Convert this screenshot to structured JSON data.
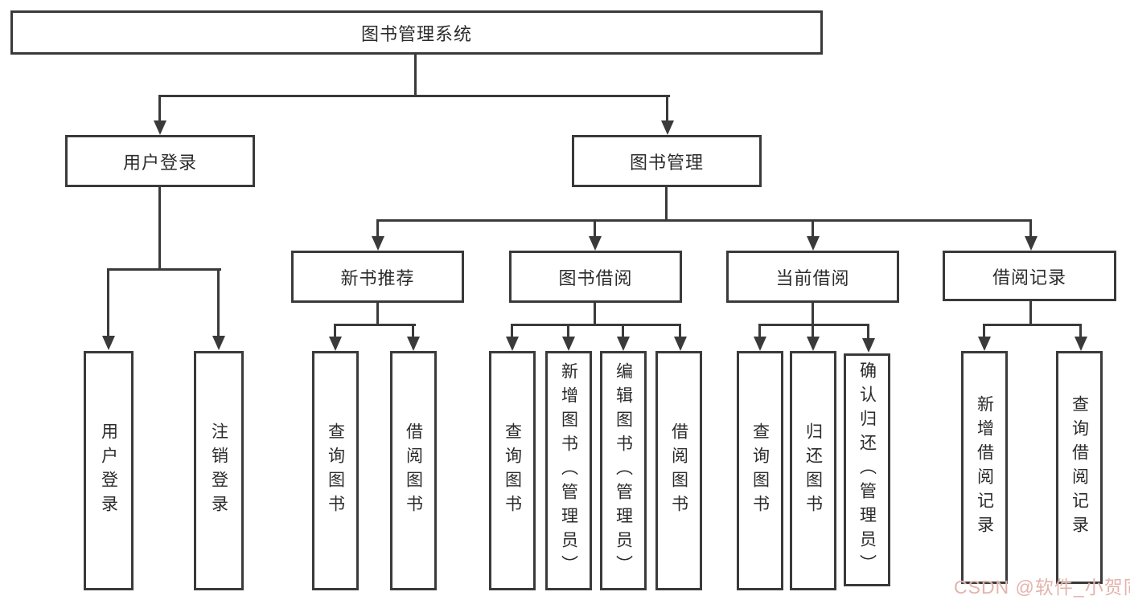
{
  "diagram": {
    "root": {
      "label": "图书管理系统"
    },
    "branches": {
      "user": {
        "label": "用户登录",
        "children": [
          "用户登录",
          "注销登录"
        ]
      },
      "book": {
        "label": "图书管理",
        "sections": [
          {
            "label": "新书推荐",
            "children": [
              "查询图书",
              "借阅图书"
            ]
          },
          {
            "label": "图书借阅",
            "children": [
              "查询图书",
              "新增图书（管理员）",
              "编辑图书（管理员）",
              "借阅图书"
            ]
          },
          {
            "label": "当前借阅",
            "children": [
              "查询图书",
              "归还图书",
              "确认归还（管理员）"
            ]
          },
          {
            "label": "借阅记录",
            "children": [
              "新增借阅记录",
              "查询借阅记录"
            ]
          }
        ]
      }
    }
  },
  "watermark": {
    "text": "CSDN @软件_小贺同学"
  },
  "colors": {
    "line": "#3a3a3a",
    "text": "#2b2b2b",
    "background": "#ffffff",
    "watermark": "#e2b0a8"
  }
}
